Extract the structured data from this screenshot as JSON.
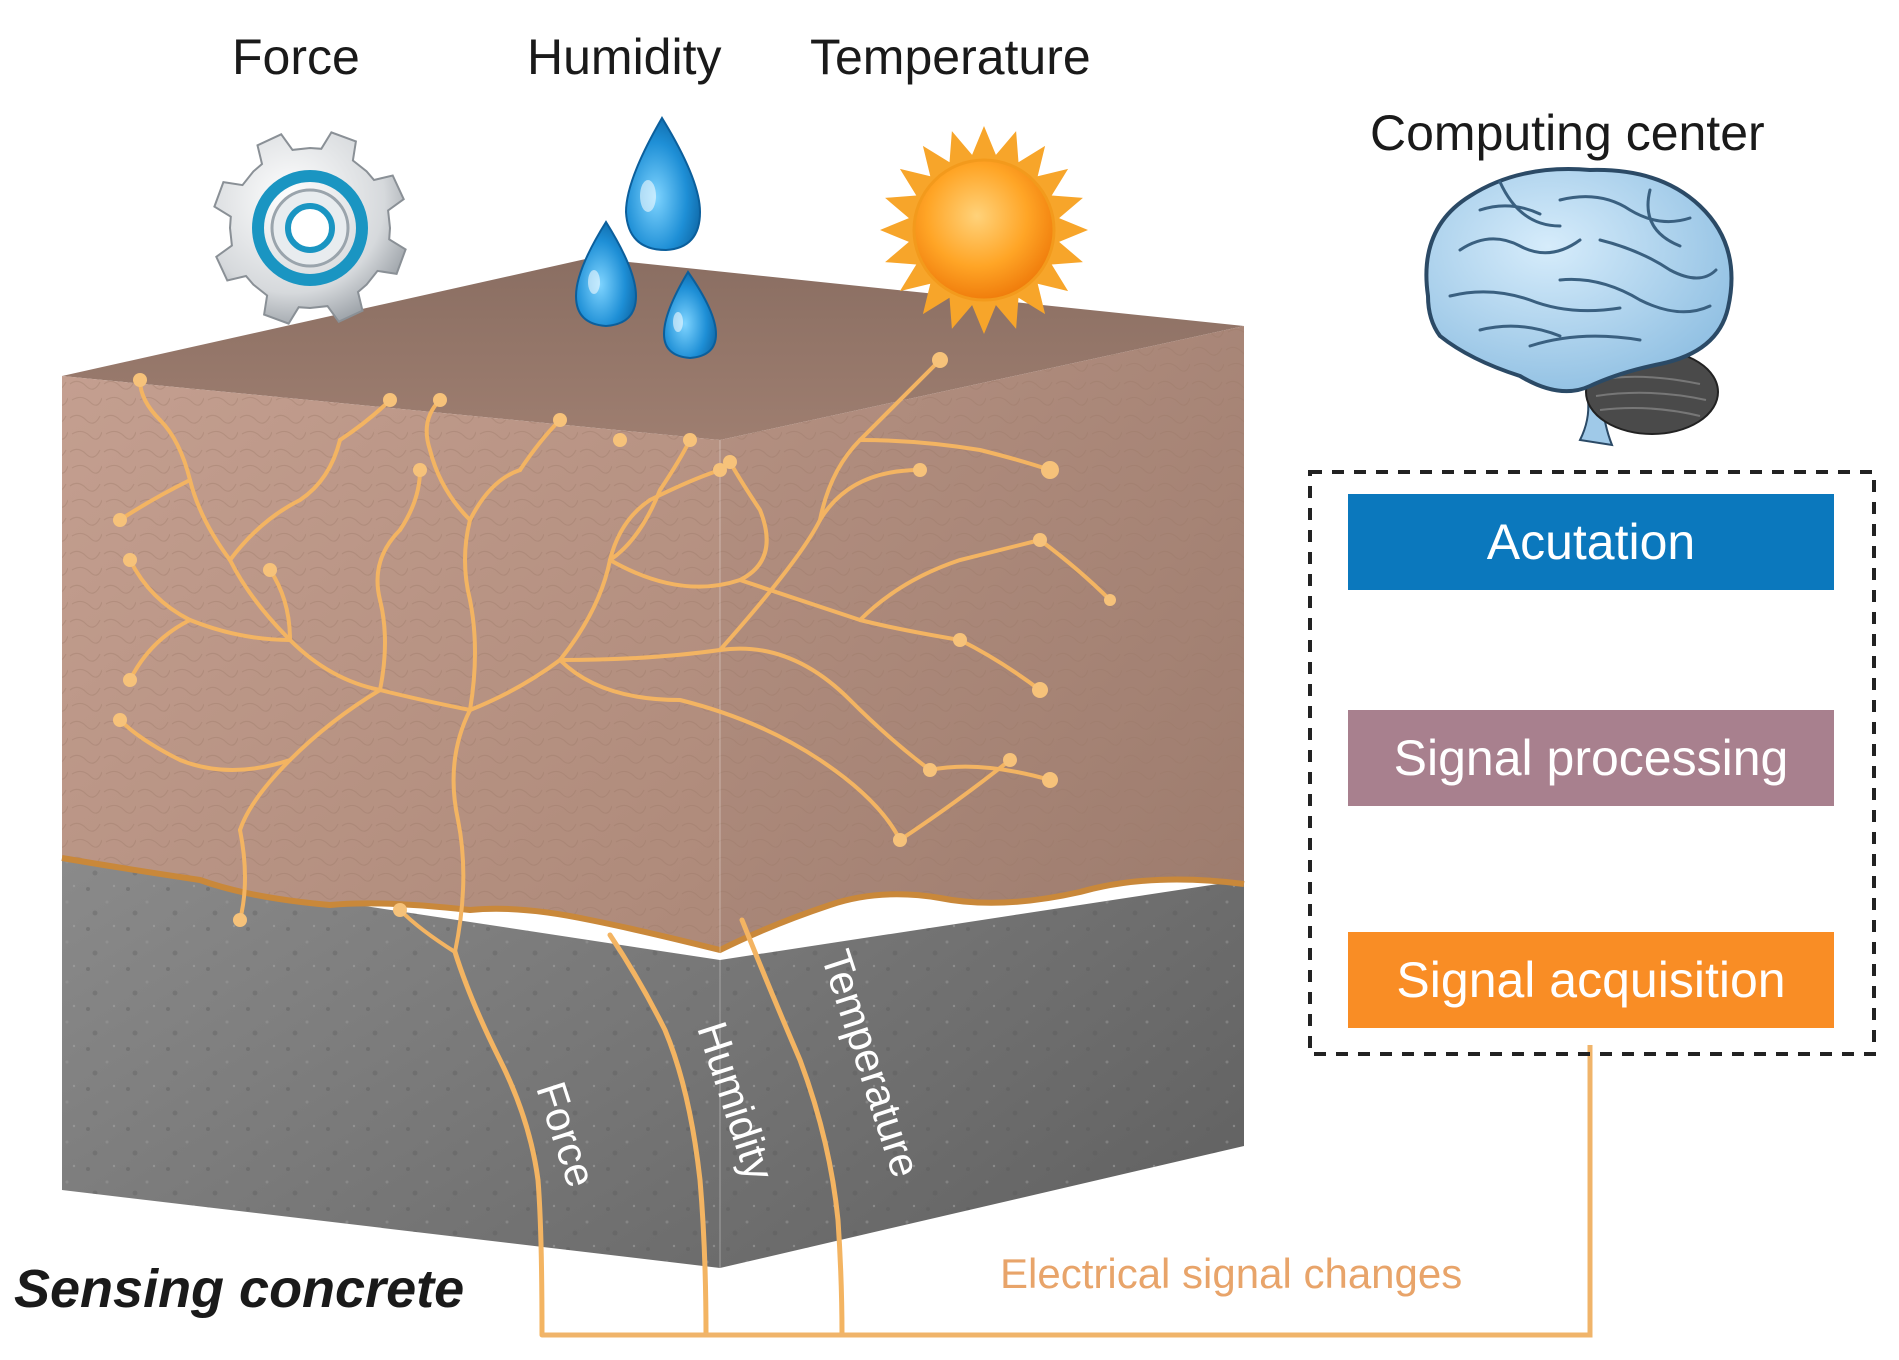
{
  "stimuli": {
    "force": "Force",
    "humidity": "Humidity",
    "temperature": "Temperature"
  },
  "computing_center": {
    "title": "Computing center",
    "stages": {
      "actuation": "Acutation",
      "processing": "Signal processing",
      "acquisition": "Signal acquisition"
    }
  },
  "concrete": {
    "title": "Sensing concrete",
    "channels": {
      "force": "Force",
      "humidity": "Humidity",
      "temperature": "Temperature"
    }
  },
  "signal_label": "Electrical signal changes",
  "colors": {
    "actuation": "#0b78bd",
    "processing": "#a8808e",
    "acquisition": "#f98d25",
    "skin": "#b89384",
    "concrete": "#7d7d7d",
    "nerve": "#f3b462",
    "signal_line": "#f0b46a"
  }
}
